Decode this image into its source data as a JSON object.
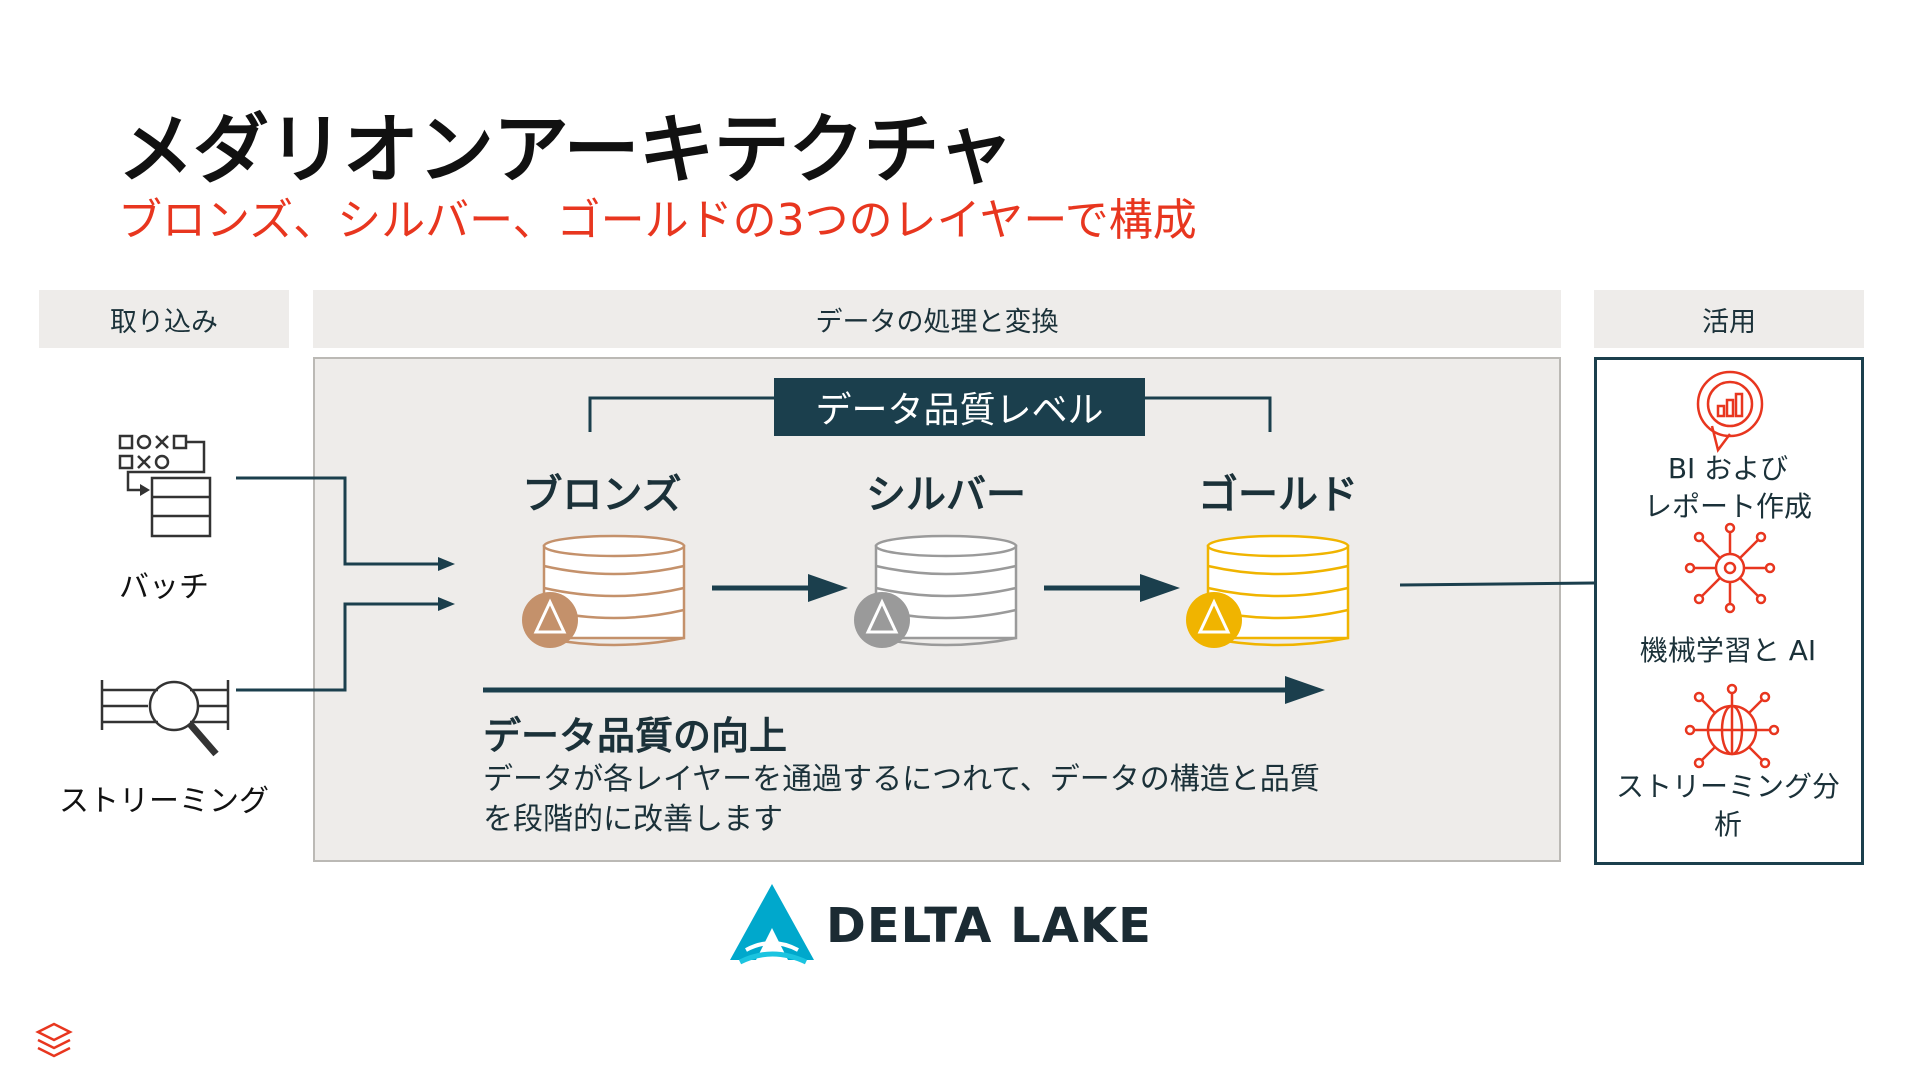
{
  "title": "メダリオンアーキテクチャ",
  "subtitle": "ブロンズ、シルバー、ゴールドの3つのレイヤーで構成",
  "columns": {
    "ingest": "取り込み",
    "process": "データの処理と変換",
    "use": "活用"
  },
  "quality_level_label": "データ品質レベル",
  "tiers": [
    {
      "label": "ブロンズ",
      "color": "#c4916b"
    },
    {
      "label": "シルバー",
      "color": "#9a9a9a"
    },
    {
      "label": "ゴールド",
      "color": "#f0b400"
    }
  ],
  "sources": [
    {
      "label": "バッチ",
      "icon": "batch-icon"
    },
    {
      "label": "ストリーミング",
      "icon": "streaming-search-icon"
    }
  ],
  "improvement": {
    "title": "データ品質の向上",
    "description": "データが各レイヤーを通過するにつれて、データの構造と品質を段階的に改善します"
  },
  "outputs": [
    {
      "label": "BI および\nレポート作成",
      "icon": "bi-chart-icon"
    },
    {
      "label": "機械学習と AI",
      "icon": "ml-network-icon"
    },
    {
      "label": "ストリーミング分\n析",
      "icon": "streaming-globe-icon"
    }
  ],
  "brand": {
    "name": "DELTA LAKE",
    "accent": "#00a8cc"
  },
  "colors": {
    "navy": "#1b3f4d",
    "red": "#e8361f",
    "panel": "#eeecea"
  }
}
